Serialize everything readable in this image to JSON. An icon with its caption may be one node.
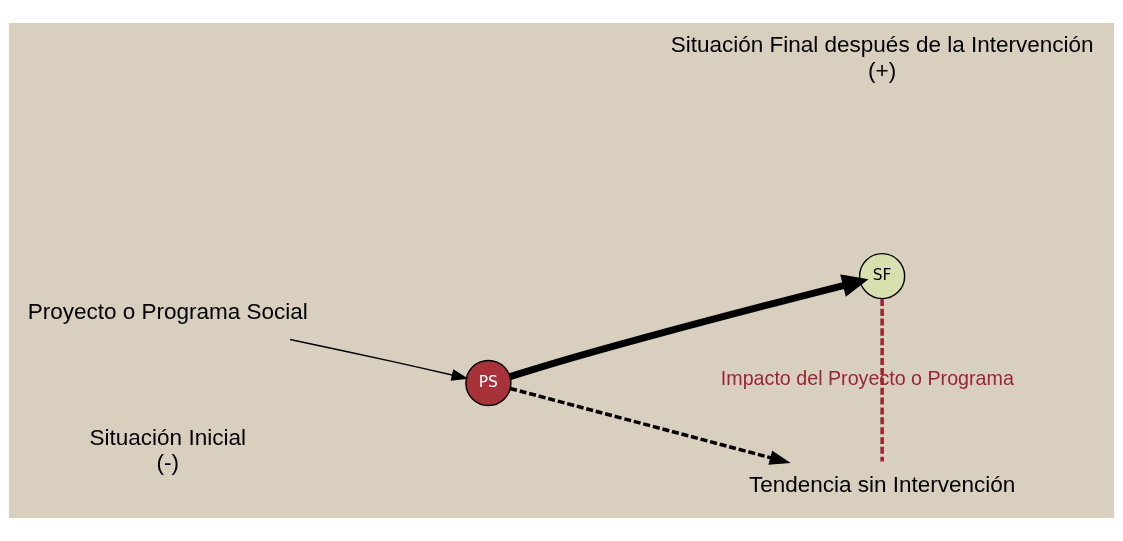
{
  "diagram": {
    "nodes": [
      {
        "text": [
          "Proyecto o Programa Social"
        ]
      },
      {
        "text": [
          "PS"
        ],
        "beside": [
          "Situación Inicial",
          "(-)"
        ]
      },
      {
        "text": [
          "SF"
        ],
        "beside": [
          "Situación Final después de la Intervención",
          "(+)"
        ]
      },
      {
        "text": [
          "Tendencia sin Intervención"
        ]
      }
    ],
    "edges": [
      {
        "from": 0,
        "to": 1,
        "arrow": "to"
      },
      {
        "from": 1,
        "to": 2,
        "arrow": "to",
        "style": "thick"
      },
      {
        "from": 1,
        "to": 3,
        "arrow": "to",
        "style": "dashed"
      },
      {
        "from": 2,
        "to": 3,
        "arrow": "none",
        "style": "dashed",
        "color": "#9b2335",
        "label": "Impacto del Proyecto o Programa"
      }
    ]
  }
}
